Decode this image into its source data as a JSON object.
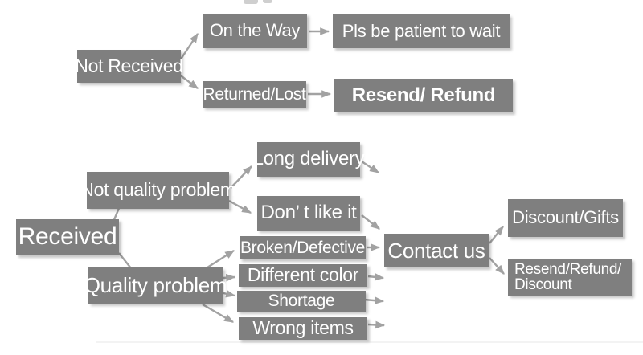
{
  "diagram_title": "",
  "colors": {
    "box_fill": "#7f7f7f",
    "box_text": "#ffffff",
    "arrow": "#a2a2a2",
    "background": "#ffffff"
  },
  "nodes": {
    "not_received": {
      "label": "Not Received"
    },
    "on_the_way": {
      "label": "On the Way"
    },
    "pls_wait": {
      "label": "Pls be patient to wait"
    },
    "returned_lost": {
      "label": "Returned/Lost"
    },
    "resend_refund": {
      "label": "Resend/ Refund"
    },
    "received": {
      "label": "Received"
    },
    "not_quality_problem": {
      "label": "Not quality problem"
    },
    "long_delivery": {
      "label": "Long delivery"
    },
    "dont_like_it": {
      "label": "Don’ t like it"
    },
    "quality_problem": {
      "label": "Quality problem"
    },
    "broken_defective": {
      "label": "Broken/Defective"
    },
    "different_color": {
      "label": "Different color"
    },
    "shortage": {
      "label": "Shortage"
    },
    "wrong_items": {
      "label": "Wrong items"
    },
    "contact_us": {
      "label": "Contact us"
    },
    "discount_gifts": {
      "label": "Discount/Gifts"
    },
    "resend_refund_discount": {
      "label": "Resend/Refund/\nDiscount"
    }
  },
  "edges": [
    {
      "from": "not_received",
      "to": "on_the_way"
    },
    {
      "from": "not_received",
      "to": "returned_lost"
    },
    {
      "from": "on_the_way",
      "to": "pls_wait"
    },
    {
      "from": "returned_lost",
      "to": "resend_refund"
    },
    {
      "from": "received",
      "to": "not_quality_problem"
    },
    {
      "from": "received",
      "to": "quality_problem"
    },
    {
      "from": "not_quality_problem",
      "to": "long_delivery"
    },
    {
      "from": "not_quality_problem",
      "to": "dont_like_it"
    },
    {
      "from": "long_delivery",
      "to": "contact_us"
    },
    {
      "from": "dont_like_it",
      "to": "contact_us"
    },
    {
      "from": "quality_problem",
      "to": "broken_defective"
    },
    {
      "from": "quality_problem",
      "to": "different_color"
    },
    {
      "from": "quality_problem",
      "to": "shortage"
    },
    {
      "from": "quality_problem",
      "to": "wrong_items"
    },
    {
      "from": "broken_defective",
      "to": "contact_us"
    },
    {
      "from": "different_color",
      "to": "contact_us"
    },
    {
      "from": "shortage",
      "to": "contact_us"
    },
    {
      "from": "wrong_items",
      "to": "contact_us"
    },
    {
      "from": "contact_us",
      "to": "discount_gifts"
    },
    {
      "from": "contact_us",
      "to": "resend_refund_discount"
    }
  ]
}
